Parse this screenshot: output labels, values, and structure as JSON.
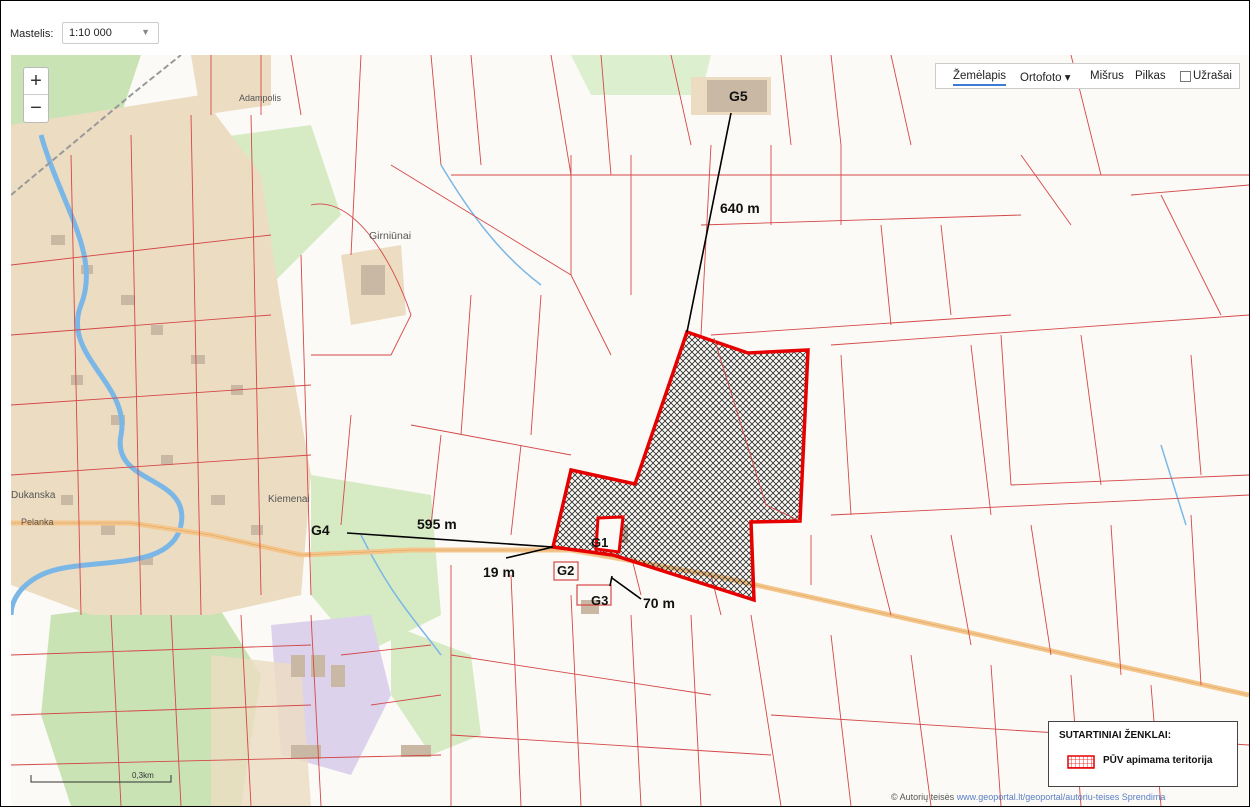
{
  "toolbar": {
    "scale_label": "Mastelis:",
    "scale_value": "1:10 000",
    "chevron": "▼"
  },
  "zoom": {
    "in_label": "+",
    "out_label": "−"
  },
  "layers": {
    "zemelapis": "Žemėlapis",
    "ortofoto": "Ortofoto ▾",
    "misrus": "Mišrus",
    "pilkas": "Pilkas",
    "uzrasai": "Užrašai",
    "uzrasai_checked": false,
    "active": "Žemėlapis"
  },
  "place_names": {
    "adampolis": "Adampolis",
    "girniunai": "Girniūnai",
    "kiemenai": "Kiemenai",
    "dukanska": "Dukanska",
    "pelanka": "Pelanka"
  },
  "markers": {
    "g1": "G1",
    "g2": "G2",
    "g3": "G3",
    "g4": "G4",
    "g5": "G5"
  },
  "distances": {
    "d640": "640 m",
    "d595": "595 m",
    "d19": "19 m",
    "d70": "70 m"
  },
  "scalebar": "0,3km",
  "legend": {
    "title": "SUTARTINIAI ŽENKLAI:",
    "item": "PŪV apimama teritorija"
  },
  "copyright": {
    "prefix": "© Autorių teisės",
    "url": "www.geoportal.lt/geoportal/autoriu-teises",
    "suffix": "Sprendima"
  },
  "colors": {
    "parcel": "#d44848",
    "site_outline": "#e60000",
    "river": "#7ab7e6",
    "road": "#f5c58a",
    "settlement": "#ecdcc2",
    "green": "#c9e3b5",
    "industrial": "#dcd2ec",
    "building": "#c8b8a4",
    "active_layer": "#3a7bd5"
  }
}
